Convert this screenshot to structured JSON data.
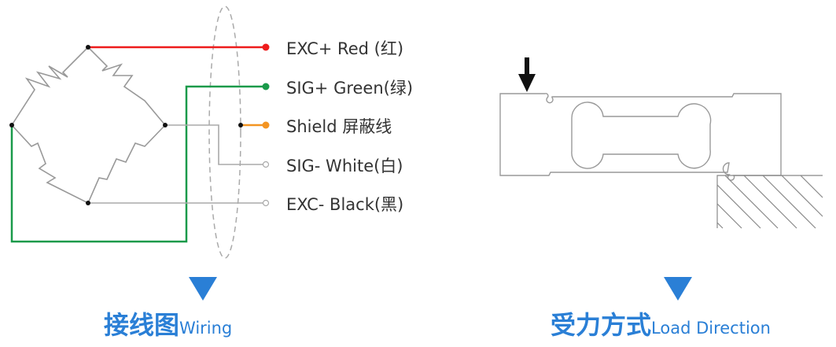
{
  "wiring": {
    "title_cn": "接线图",
    "title_en": "Wiring",
    "wires": [
      {
        "label": "EXC+ Red (红)",
        "color": "#ee1c1c"
      },
      {
        "label": "SIG+ Green(绿)",
        "color": "#1a9a4a"
      },
      {
        "label": "Shield  屏蔽线",
        "color": "#f39422"
      },
      {
        "label": "SIG- White(白)",
        "color": "#aaaaaa"
      },
      {
        "label": "EXC- Black(黑)",
        "color": "#aaaaaa"
      }
    ]
  },
  "load": {
    "title_cn": "受力方式",
    "title_en": "Load Direction"
  },
  "colors": {
    "accent": "#2a7fd6"
  }
}
